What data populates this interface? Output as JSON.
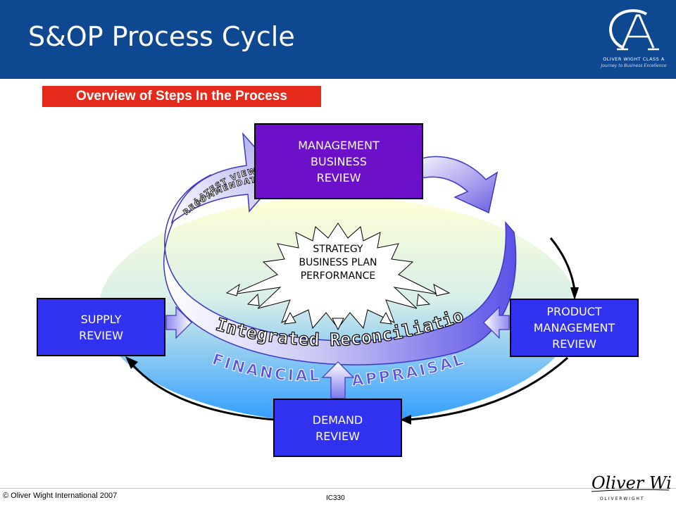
{
  "header": {
    "title": "S&OP Process Cycle",
    "bg_color": "#0e4891",
    "logo": {
      "line1": "OLIVER WIGHT CLASS A",
      "line2": "Journey to Business Excellence"
    }
  },
  "subtitle": {
    "text": "Overview of Steps In the Process",
    "bg_color": "#e42b1b"
  },
  "diagram": {
    "boxes": {
      "management_business_review": {
        "lines": [
          "MANAGEMENT",
          "BUSINESS",
          "REVIEW"
        ],
        "color": "#6d10c9"
      },
      "supply_review": {
        "lines": [
          "SUPPLY",
          "REVIEW"
        ],
        "color": "#3131f0"
      },
      "product_management_review": {
        "lines": [
          "PRODUCT",
          "MANAGEMENT",
          "REVIEW"
        ],
        "color": "#3131f0"
      },
      "demand_review": {
        "lines": [
          "DEMAND",
          "REVIEW"
        ],
        "color": "#3131f0"
      }
    },
    "center_star": {
      "lines": [
        "STRATEGY",
        "BUSINESS PLAN",
        "PERFORMANCE"
      ]
    },
    "arrow_labels": {
      "latest_view_line1": "LATEST VIEW &",
      "latest_view_line2": "RECOMMENDATION",
      "integrated": "Integrated Reconciliation",
      "financial": "FINANCIAL",
      "appraisal": "APPRAISAL"
    }
  },
  "footer": {
    "copyright": "© Oliver Wight International 2007",
    "code": "IC330",
    "signature_text": "Oliver Wight",
    "signature_sub": "O L I V E R   W I G H T"
  }
}
